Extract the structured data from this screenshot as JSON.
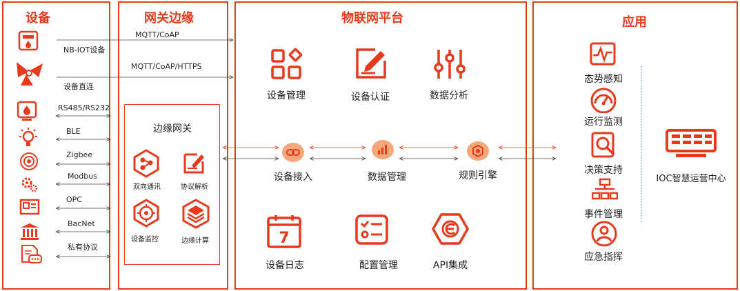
{
  "colors": {
    "accent": "#e8391d",
    "soft": "#f5a77a",
    "line": "#444444"
  },
  "columns": {
    "devices": "设备",
    "edge": "网关边缘",
    "platform": "物联网平台",
    "apps": "应用"
  },
  "links": [
    {
      "label": "MQTT/CoAP"
    },
    {
      "label": "NB-IOT设备"
    },
    {
      "label": "MQTT/CoAP/HTTPS"
    },
    {
      "label": "设备直连"
    },
    {
      "label": "RS485/RS232"
    },
    {
      "label": "BLE"
    },
    {
      "label": "Zigbee"
    },
    {
      "label": "Modbus"
    },
    {
      "label": "OPC"
    },
    {
      "label": "BacNet"
    },
    {
      "label": "私有协议"
    }
  ],
  "edge_gateway": {
    "title": "边缘网关",
    "items": [
      "双向通讯",
      "协议解析",
      "设备监控",
      "边缘计算"
    ]
  },
  "platform": {
    "top": [
      "设备管理",
      "设备认证",
      "数据分析"
    ],
    "middle": [
      "设备接入",
      "数据管理",
      "规则引擎"
    ],
    "bottom": [
      "设备日志",
      "配置管理",
      "API集成"
    ]
  },
  "apps": {
    "items": [
      "态势感知",
      "运行监测",
      "决策支持",
      "事件管理",
      "应急指挥"
    ],
    "center": "IOC智慧运营中心"
  }
}
